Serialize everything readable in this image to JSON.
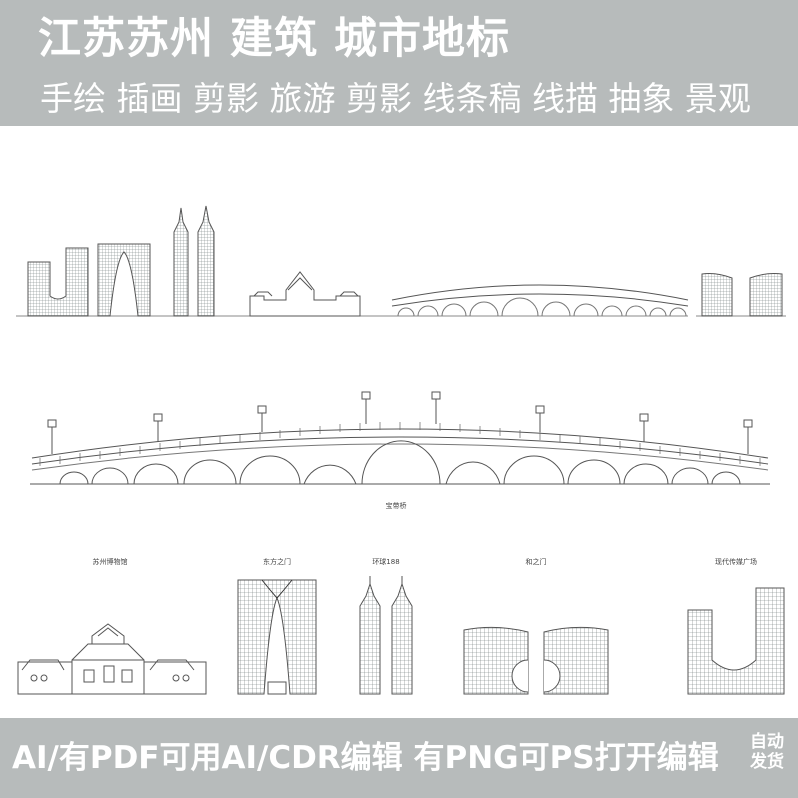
{
  "header": {
    "title": "江苏苏州 建筑 城市地标",
    "subtitle": "手绘 插画 剪影 旅游 剪影 线条稿 线描 抽象 景观"
  },
  "captions": {
    "bridge": "宝带桥",
    "museum": "苏州博物馆",
    "gate_east": "东方之门",
    "twin_towers": "环球188",
    "harmony_gate": "和之门",
    "media_plaza": "现代传媒广场"
  },
  "footer": {
    "text": "AI/有PDF可用AI/CDR编辑 有PNG可PS打开编辑",
    "badge_line1": "自动",
    "badge_line2": "发货"
  },
  "colors": {
    "banner": "#b7bbbb",
    "line": "#555555",
    "glass": "#7a8585"
  }
}
